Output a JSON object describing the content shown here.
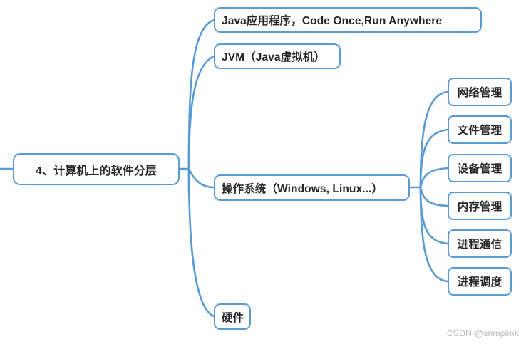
{
  "diagram": {
    "type": "mindmap",
    "accent_color": "#5b9bd5",
    "text_color": "#262626",
    "background": "#ffffff",
    "root": {
      "label": "4、计算机上的软件分层"
    },
    "branches": [
      {
        "label": "Java应用程序，Code Once,Run Anywhere"
      },
      {
        "label": "JVM（Java虚拟机）"
      },
      {
        "label": "操作系统（Windows, Linux...）"
      },
      {
        "label": "硬件"
      }
    ],
    "os_children": [
      {
        "label": "网络管理"
      },
      {
        "label": "文件管理"
      },
      {
        "label": "设备管理"
      },
      {
        "label": "内存管理"
      },
      {
        "label": "进程通信"
      },
      {
        "label": "进程调度"
      }
    ]
  },
  "watermark": {
    "text": "CSDN @snmplink",
    "color": "#b9b9b9"
  }
}
